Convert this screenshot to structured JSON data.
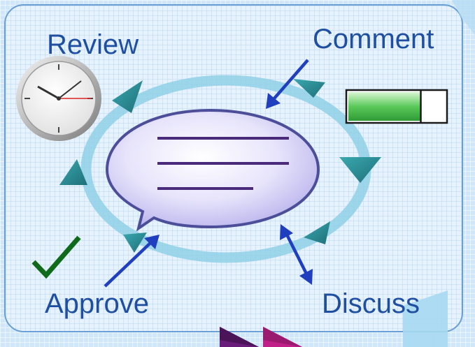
{
  "labels": {
    "review": "Review",
    "comment": "Comment",
    "approve": "Approve",
    "discuss": "Discuss"
  },
  "icons": {
    "clock": "clock-icon",
    "progress": "progress-bar-icon",
    "check": "checkmark-icon",
    "speech": "speech-bubble-icon"
  },
  "progress_bar": {
    "fill_fraction": 0.75
  },
  "colors": {
    "label_text": "#1f4fa0",
    "cycle_ring": "#8fd0e6",
    "cycle_arrows": "#2e8a90",
    "pointer_arrows": "#1f3fbf",
    "bubble_lines": "#4a2a7a",
    "check": "#0f6b1a",
    "progress_fill": "#5ac95a"
  }
}
